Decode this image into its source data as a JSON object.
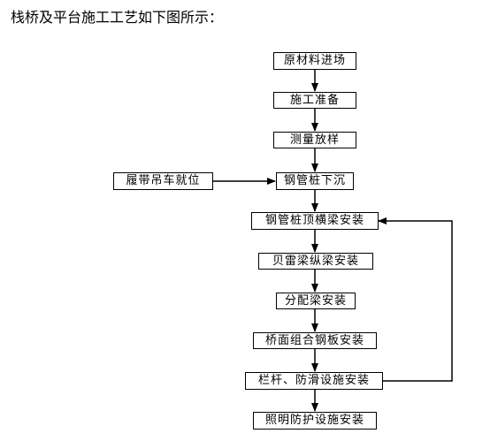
{
  "heading": "栈桥及平台施工工艺如下图所示：",
  "steps": {
    "raw_material": "原材料进场",
    "prep": "施工准备",
    "survey": "测量放样",
    "crane": "履带吊车就位",
    "pile_sink": "钢管桩下沉",
    "cross_beam": "钢管桩顶横梁安装",
    "longitudinal_beam": "贝雷梁纵梁安装",
    "distribution_beam": "分配梁安装",
    "deck_plate": "桥面组合钢板安装",
    "railing": "栏杆、防滑设施安装",
    "lighting": "照明防护设施安装"
  },
  "colors": {
    "line": "#000000",
    "box_border": "#000000",
    "background": "#ffffff"
  }
}
